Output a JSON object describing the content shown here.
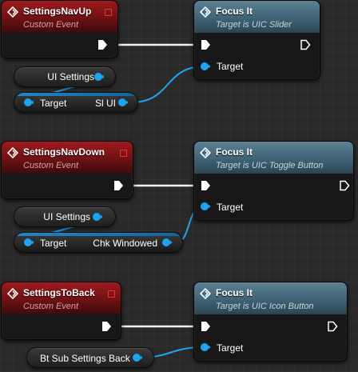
{
  "graph": {
    "events": [
      {
        "title": "SettingsNavUp",
        "subtitle": "Custom Event"
      },
      {
        "title": "SettingsNavDown",
        "subtitle": "Custom Event"
      },
      {
        "title": "SettingsToBack",
        "subtitle": "Custom Event"
      }
    ],
    "functions": [
      {
        "title": "Focus It",
        "subtitle": "Target is UIC Slider",
        "target_label": "Target"
      },
      {
        "title": "Focus It",
        "subtitle": "Target is UIC Toggle Button",
        "target_label": "Target"
      },
      {
        "title": "Focus It",
        "subtitle": "Target is UIC Icon Button",
        "target_label": "Target"
      }
    ],
    "variables": [
      {
        "label": "UI Settings"
      },
      {
        "label": "UI Settings"
      },
      {
        "label": "Bt Sub Settings Back"
      }
    ],
    "casts": [
      {
        "input_label": "Target",
        "output_label": "Sl UI"
      },
      {
        "input_label": "Target",
        "output_label": "Chk Windowed"
      }
    ]
  },
  "colors": {
    "event_header": "#8c1719",
    "function_header": "#4c7082",
    "exec_pin": "#ffffff",
    "object_pin": "#1ea4f0",
    "close_box": "#ee3333"
  }
}
